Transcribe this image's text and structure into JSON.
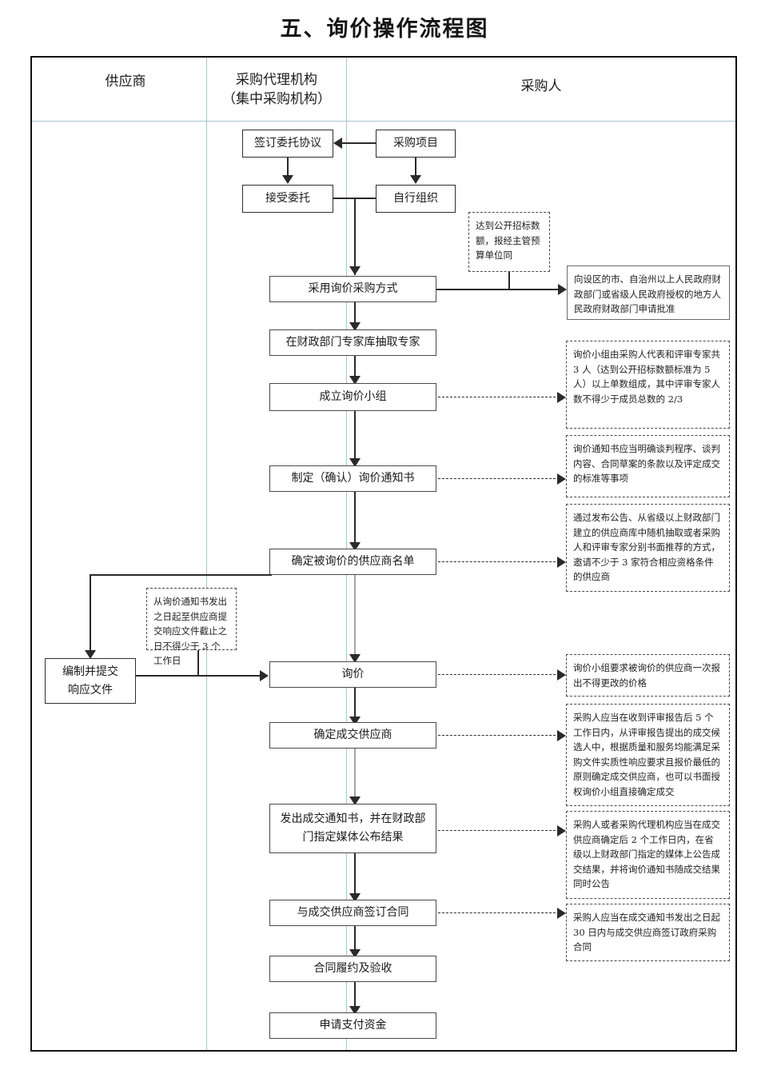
{
  "title": "五、询价操作流程图",
  "lanes": [
    {
      "id": "supplier",
      "label": "供应商",
      "label2": ""
    },
    {
      "id": "agency",
      "label": "采购代理机构",
      "label2": "（集中采购机构）"
    },
    {
      "id": "purchaser",
      "label": "采购人",
      "label2": ""
    }
  ],
  "boxes": {
    "sign_entrust": "签订委托协议",
    "procure_project": "采购项目",
    "accept_entrust": "接受委托",
    "self_organize": "自行组织",
    "adopt_inquiry": "采用询价采购方式",
    "draw_experts": "在财政部门专家库抽取专家",
    "form_group": "成立询价小组",
    "make_notice": "制定（确认）询价通知书",
    "confirm_list": "确定被询价的供应商名单",
    "prepare_submit": "编制并提交响应文件",
    "inquiry": "询价",
    "determine_winner": "确定成交供应商",
    "issue_notice": "发出成交通知书，并在财政部门指定媒体公布结果",
    "sign_contract": "与成交供应商签订合同",
    "contract_perform": "合同履约及验收",
    "apply_payment": "申请支付资金"
  },
  "notes": {
    "threshold": "达到公开招标数额，报经主管预算单位同",
    "approval": "向设区的市、自治州以上人民政府财政部门或省级人民政府授权的地方人民政府财政部门申请批准",
    "group_composition": "询价小组由采购人代表和评审专家共 3 人（达到公开招标数额标准为 5 人）以上单数组成，其中评审专家人数不得少于成员总数的 2/3",
    "notice_content": "询价通知书应当明确谈判程序、谈判内容、合同草案的条款以及评定成交的标准等事项",
    "supplier_selection": "通过发布公告、从省级以上财政部门建立的供应商库中随机抽取或者采购人和评审专家分别书面推荐的方式，邀请不少于 3 家符合相应资格条件的供应商",
    "response_deadline": "从询价通知书发出之日起至供应商提交响应文件截止之日不得少于 3 个工作日",
    "one_time_quote": "询价小组要求被询价的供应商一次报出不得更改的价格",
    "winner_determination": "采购人应当在收到评审报告后 5 个工作日内，从评审报告提出的成交候选人中，根据质量和服务均能满足采购文件实质性响应要求且报价最低的原则确定成交供应商，也可以书面授权询价小组直接确定成交",
    "announce_result": "采购人或者采购代理机构应当在成交供应商确定后 2 个工作日内，在省级以上财政部门指定的媒体上公告成交结果，并将询价通知书随成交结果同时公告",
    "contract_deadline": "采购人应当在成交通知书发出之日起 30 日内与成交供应商签订政府采购合同"
  },
  "colors": {
    "lane_divider": "#a8c4d4",
    "box_border": "#4a4a4a",
    "connector": "#2a2a2a",
    "frame": "#111111"
  }
}
